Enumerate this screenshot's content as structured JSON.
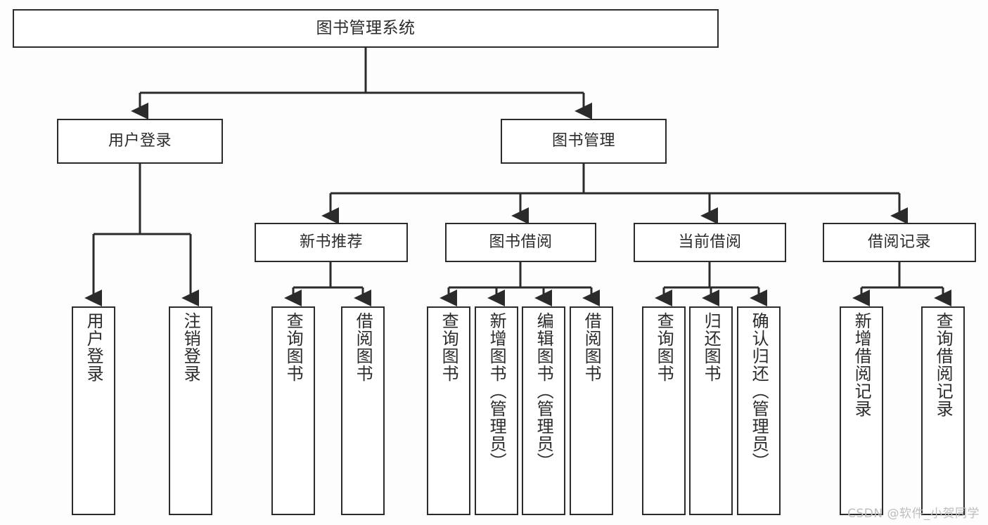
{
  "diagram": {
    "title": "图书管理系统",
    "type": "tree-hierarchy",
    "watermark": "CSDN @软件_小贺同学",
    "colors": {
      "stroke": "#2b2b2b",
      "box_fill": "#ffffff",
      "background": "#fdfdfd",
      "text": "#2b2b2b",
      "watermark": "#bdbdbd"
    },
    "root": {
      "label": "图书管理系统"
    },
    "level2": [
      {
        "label": "用户登录"
      },
      {
        "label": "图书管理"
      }
    ],
    "level3": [
      {
        "label": "新书推荐"
      },
      {
        "label": "图书借阅"
      },
      {
        "label": "当前借阅"
      },
      {
        "label": "借阅记录"
      }
    ],
    "leaves": {
      "user_login": [
        {
          "label": "用户登录"
        },
        {
          "label": "注销登录"
        }
      ],
      "new_book": [
        {
          "label": "查询图书"
        },
        {
          "label": "借阅图书"
        }
      ],
      "book_borrow": [
        {
          "label": "查询图书"
        },
        {
          "label": "新增图书（管理员）"
        },
        {
          "label": "编辑图书（管理员）"
        },
        {
          "label": "借阅图书"
        }
      ],
      "current_borrow": [
        {
          "label": "查询图书"
        },
        {
          "label": "归还图书"
        },
        {
          "label": "确认归还（管理员）"
        }
      ],
      "borrow_record": [
        {
          "label": "新增借阅记录"
        },
        {
          "label": "查询借阅记录"
        }
      ]
    }
  }
}
